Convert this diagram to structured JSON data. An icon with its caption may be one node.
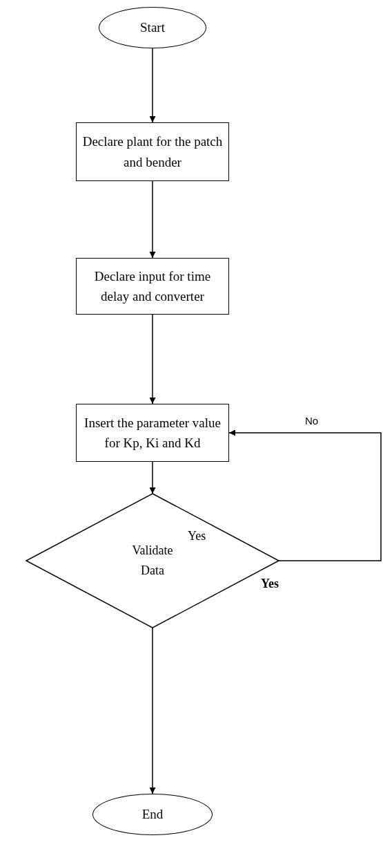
{
  "diagram": {
    "nodes": [
      {
        "text": [
          "Start"
        ]
      },
      {
        "text": [
          "Declare plant for the patch and bender"
        ]
      },
      {
        "text": [
          "Declare input for time delay and converter"
        ]
      },
      {
        "text": [
          "Insert the parameter value for Kp, Ki and Kd"
        ]
      },
      {
        "text": [
          "Validate Data"
        ]
      },
      {
        "text": [
          "End"
        ]
      }
    ],
    "edges": [
      {
        "from": 0,
        "to": 1,
        "arrow": "to"
      },
      {
        "from": 1,
        "to": 2,
        "arrow": "to"
      },
      {
        "from": 2,
        "to": 3,
        "arrow": "to"
      },
      {
        "from": 3,
        "to": 4,
        "arrow": "to"
      },
      {
        "from": 4,
        "to": 5,
        "arrow": "to"
      },
      {
        "from": 4,
        "to": 3,
        "arrow": "to",
        "label": "No"
      }
    ],
    "labels": [
      "Yes",
      "Yes"
    ]
  }
}
